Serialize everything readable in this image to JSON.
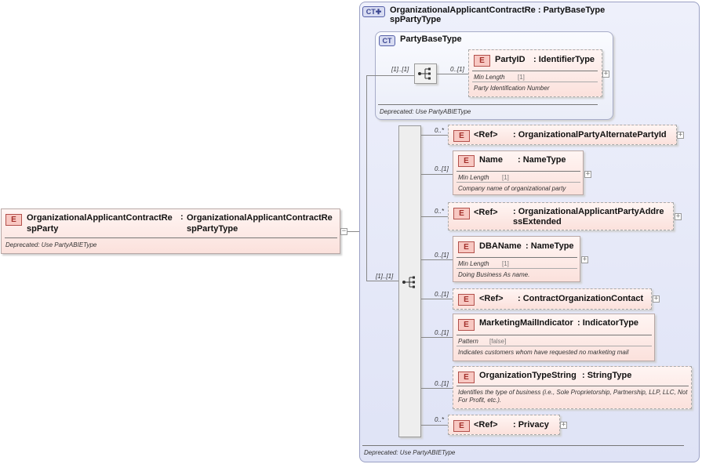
{
  "root": {
    "badge": "E",
    "name": "OrganizationalApplicantContractRe spParty",
    "type_sep": ":",
    "type": "OrganizationalApplicantContractRe spPartyType",
    "note": "Deprecated: Use PartyABIEType",
    "toggle": "−"
  },
  "ct_outer": {
    "badge": "CT",
    "title": "OrganizationalApplicantContractRe : PartyBaseType spPartyType",
    "footer": "Deprecated: Use PartyABIEType"
  },
  "ct_inner": {
    "badge": "CT",
    "title": "PartyBaseType",
    "footer": "Deprecated: Use PartyABIEType",
    "mult_left": "[1]..[1]",
    "mult_right": "0..[1]",
    "element": {
      "badge": "E",
      "name": "PartyID",
      "type": ": IdentifierType",
      "facet_label": "Min Length",
      "facet_value": "[1]",
      "doc": "Party Identification Number"
    }
  },
  "sequence": {
    "mult": "[1]..[1]"
  },
  "elements": [
    {
      "mult": "0..*",
      "badge": "E",
      "name": "<Ref>",
      "type": ": OrganizationalPartyAlternatePartyId"
    },
    {
      "mult": "0..[1]",
      "badge": "E",
      "name": "Name",
      "type": ": NameType",
      "facet_label": "Min Length",
      "facet_value": "[1]",
      "doc": "Company name of organizational party"
    },
    {
      "mult": "0..*",
      "badge": "E",
      "name": "<Ref>",
      "type": ": OrganizationalApplicantPartyAddre ssExtended"
    },
    {
      "mult": "0..[1]",
      "badge": "E",
      "name": "DBAName",
      "type": ": NameType",
      "facet_label": "Min Length",
      "facet_value": "[1]",
      "doc": "Doing Business As name."
    },
    {
      "mult": "0..[1]",
      "badge": "E",
      "name": "<Ref>",
      "type": ": ContractOrganizationContact"
    },
    {
      "mult": "0..[1]",
      "badge": "E",
      "name": "MarketingMailIndicator",
      "type": ": IndicatorType",
      "facet_label": "Pattern",
      "facet_value": "[false]",
      "doc": "Indicates customers whom have requested no marketing mail"
    },
    {
      "mult": "0..[1]",
      "badge": "E",
      "name": "OrganizationTypeString",
      "type": ": StringType",
      "doc": "Identifies the type of business (i.e., Sole Proprietorship, Partnership, LLP, LLC, Not For Profit, etc.)."
    },
    {
      "mult": "0..*",
      "badge": "E",
      "name": "<Ref>",
      "type": ": Privacy"
    }
  ],
  "expand_glyph": "+"
}
